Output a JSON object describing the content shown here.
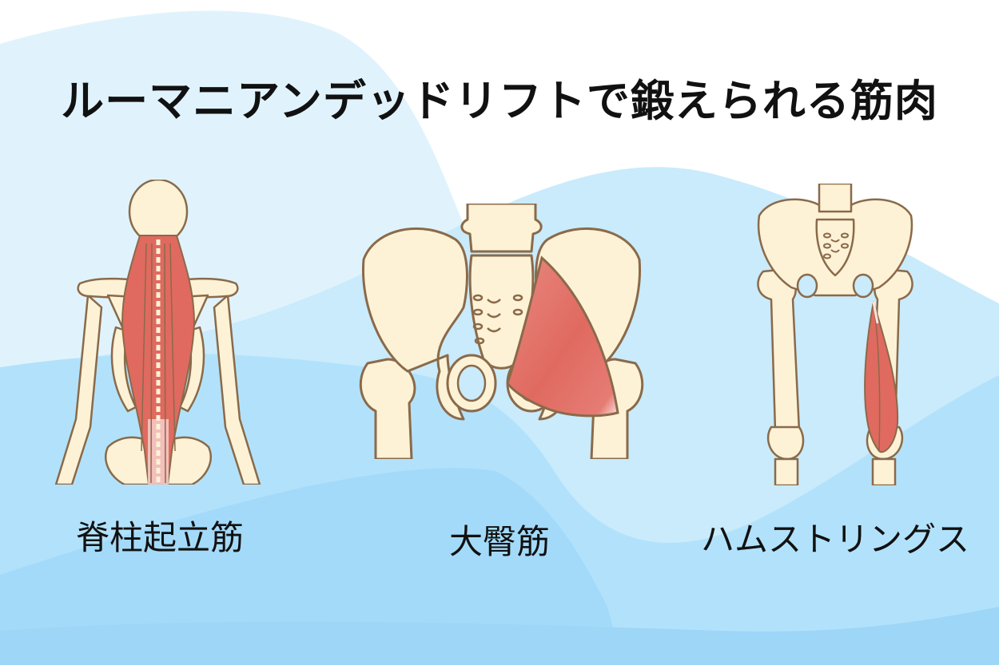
{
  "title": "ルーマニアンデッドリフトで鍛えられる筋肉",
  "colors": {
    "background_white": "#ffffff",
    "wave_lightest": "#e0f3fd",
    "wave_light": "#c9ebfc",
    "wave_mid": "#b2e2fb",
    "wave_deep": "#a0d8f9",
    "bone_fill": "#fdf2d6",
    "bone_outline": "#8a6a4a",
    "muscle": "#e06a60",
    "text": "#111111"
  },
  "muscles": [
    {
      "label": "脊柱起立筋",
      "illustration": "back-skeleton-erector-spinae"
    },
    {
      "label": "大臀筋",
      "illustration": "pelvis-gluteus-maximus"
    },
    {
      "label": "ハムストリングス",
      "illustration": "legs-hamstrings"
    }
  ]
}
